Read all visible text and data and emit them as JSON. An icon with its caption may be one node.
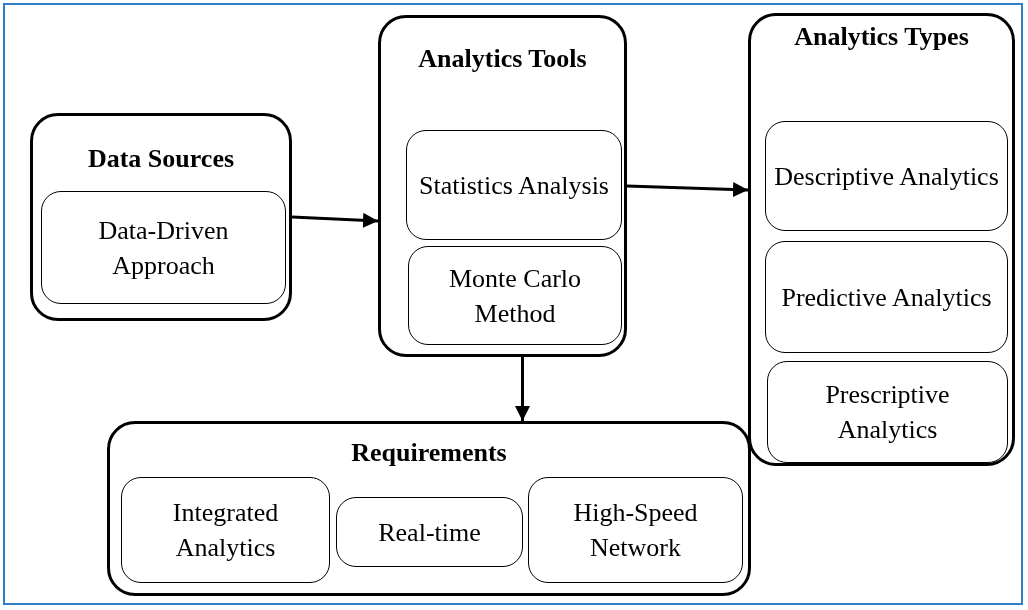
{
  "diagram": {
    "nodes": [
      {
        "text": [
          "Data Sources"
        ]
      },
      {
        "text": [
          "Data-Driven Approach"
        ],
        "in": 0
      },
      {
        "text": [
          "Analytics Tools"
        ]
      },
      {
        "text": [
          "Statistics Analysis"
        ],
        "in": 2
      },
      {
        "text": [
          "Monte Carlo Method"
        ],
        "in": 2
      },
      {
        "text": [
          "Analytics Types"
        ]
      },
      {
        "text": [
          "Descriptive Analytics"
        ],
        "in": 5
      },
      {
        "text": [
          "Predictive Analytics"
        ],
        "in": 5
      },
      {
        "text": [
          "Prescriptive Analytics"
        ],
        "in": 5
      },
      {
        "text": [
          "Requirements"
        ]
      },
      {
        "text": [
          "Integrated Analytics"
        ],
        "in": 9
      },
      {
        "text": [
          "Real-time"
        ],
        "in": 9
      },
      {
        "text": [
          "High-Speed Network"
        ],
        "in": 9
      }
    ],
    "edges": [
      {
        "from": 0,
        "to": 2,
        "arrow": "to"
      },
      {
        "from": 2,
        "to": 5,
        "arrow": "to"
      },
      {
        "from": 2,
        "to": 9,
        "arrow": "to"
      }
    ]
  }
}
